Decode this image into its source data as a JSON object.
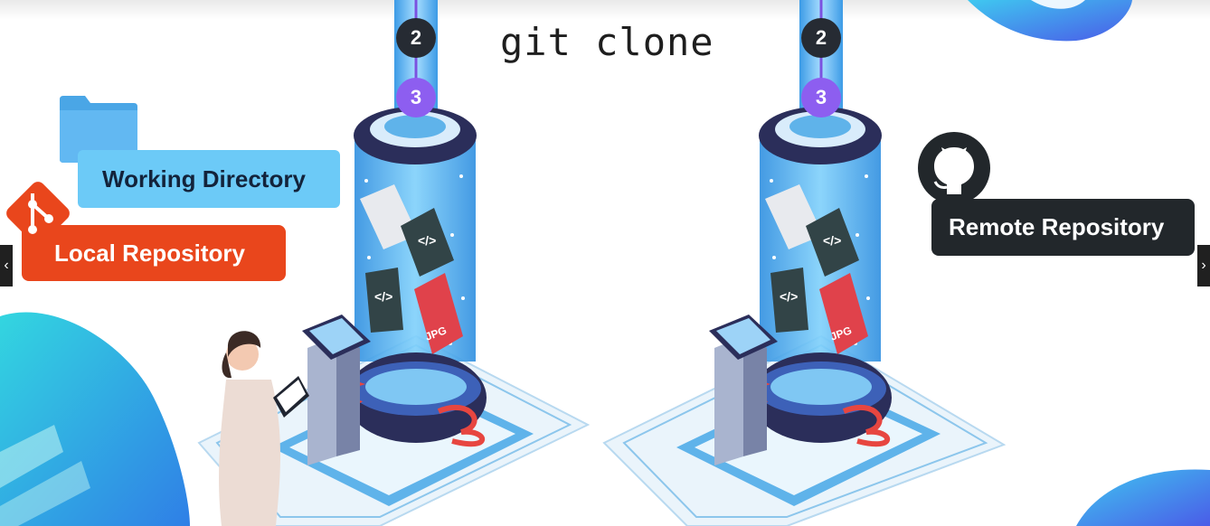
{
  "title": "git clone",
  "labels": {
    "working_directory": "Working Directory",
    "local_repository": "Local Repository",
    "remote_repository": "Remote Repository"
  },
  "steps": {
    "left": [
      "2",
      "3"
    ],
    "right": [
      "2",
      "3"
    ]
  },
  "file_badges": {
    "code": "</>",
    "image": "JPG"
  },
  "navigation": {
    "prev": "‹",
    "next": "›"
  },
  "icons": [
    "folder-icon",
    "git-logo-icon",
    "github-icon"
  ],
  "colors": {
    "working_directory": "#6ccaf7",
    "local_repository": "#e9461c",
    "remote_repository": "#22272b",
    "tube": "#4aa8e8",
    "step_dark": "#262b33",
    "step_purple": "#8d5ef0"
  }
}
